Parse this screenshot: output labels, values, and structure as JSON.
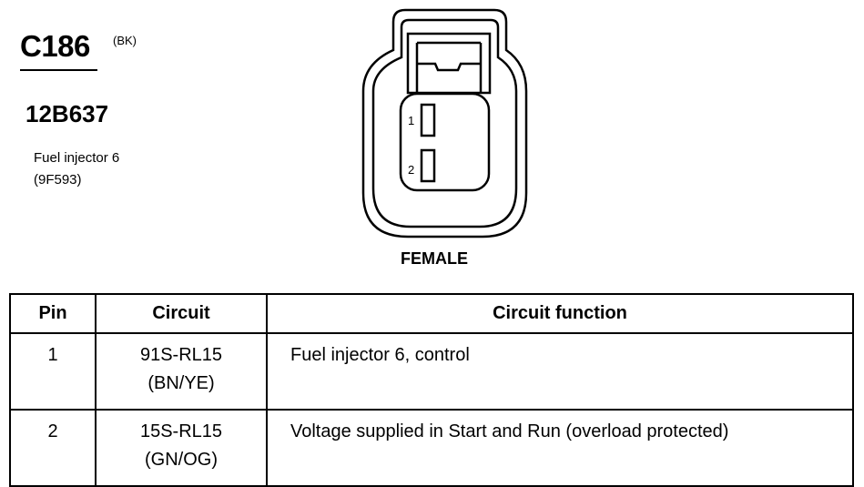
{
  "header": {
    "connector_id": "C186",
    "color_code": "(BK)",
    "part_number": "12B637",
    "description_line1": "Fuel injector 6",
    "description_line2": "(9F593)"
  },
  "connector": {
    "gender": "FEMALE",
    "cavity_labels": [
      "1",
      "2"
    ]
  },
  "table": {
    "headers": {
      "pin": "Pin",
      "circuit": "Circuit",
      "function": "Circuit function"
    },
    "rows": [
      {
        "pin": "1",
        "circuit": "91S-RL15",
        "color": "(BN/YE)",
        "function": "Fuel injector 6, control"
      },
      {
        "pin": "2",
        "circuit": "15S-RL15",
        "color": "(GN/OG)",
        "function": "Voltage supplied in Start and Run (overload protected)"
      }
    ]
  }
}
